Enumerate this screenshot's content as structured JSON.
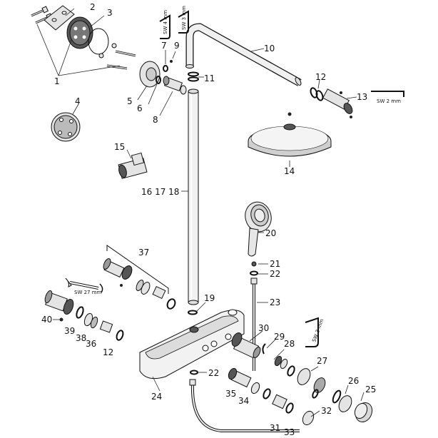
{
  "callouts": {
    "c1": "1",
    "c2": "2",
    "c3": "3",
    "c4": "4",
    "c5": "5",
    "c6": "6",
    "c7": "7",
    "c8": "8",
    "c9": "9",
    "c10": "10",
    "c11": "11",
    "c12a": "12",
    "c12b": "12",
    "c13": "13",
    "c14": "14",
    "c15": "15",
    "c161718": "16 17 18",
    "c19": "19",
    "c20": "20",
    "c21": "21",
    "c22a": "22",
    "c22b": "22",
    "c23": "23",
    "c24": "24",
    "c25": "25",
    "c26": "26",
    "c27": "27",
    "c28": "28",
    "c29": "29",
    "c30": "30",
    "c31": "31",
    "c32": "32",
    "c33": "33",
    "c34": "34",
    "c35": "35",
    "c36": "36",
    "c37": "37",
    "c38": "38",
    "c39": "39",
    "c40": "40"
  },
  "tool_labels": {
    "allen_4mm": "SW 4 mm",
    "allen_3mm_top": "SW 3 mm",
    "allen_2mm": "SW 2 mm",
    "wrench_27mm": "SW 27 mm",
    "allen_3mm_bottom": "SW 3 mm"
  }
}
